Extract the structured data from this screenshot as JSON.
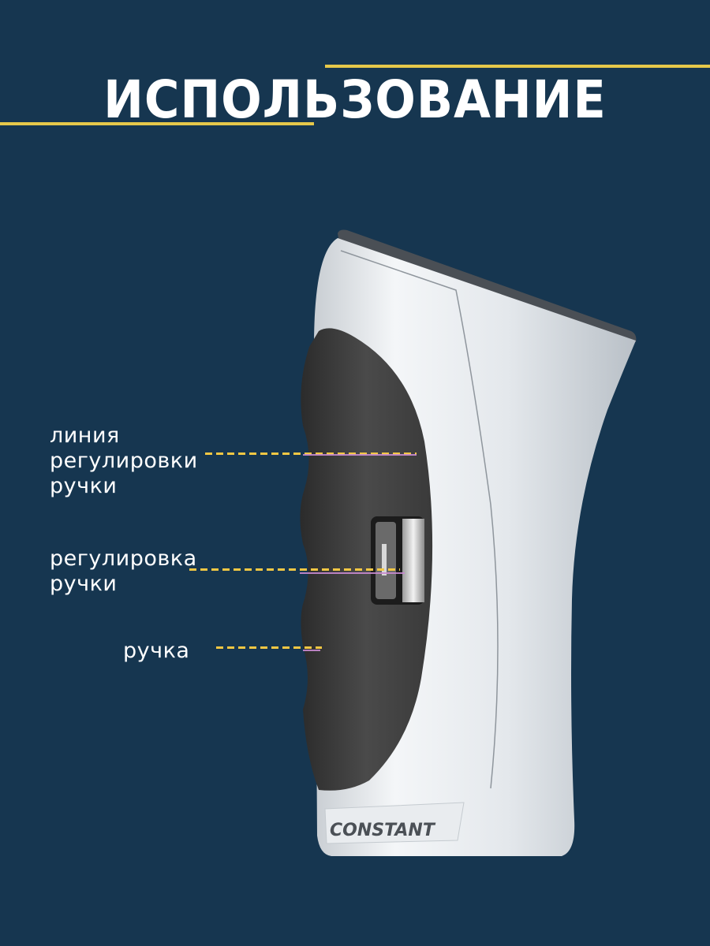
{
  "header": {
    "title": "ИСПОЛЬЗОВАНИЕ"
  },
  "colors": {
    "background": "#163650",
    "accent_line": "#e6c84a",
    "leader_dash": "#f2c744"
  },
  "product": {
    "brand": "CONSTANT"
  },
  "callouts": [
    {
      "lines": [
        "линия",
        "регулировки",
        "ручки"
      ]
    },
    {
      "lines": [
        "регулировка",
        "ручки"
      ]
    },
    {
      "lines": [
        "ручка"
      ]
    }
  ]
}
